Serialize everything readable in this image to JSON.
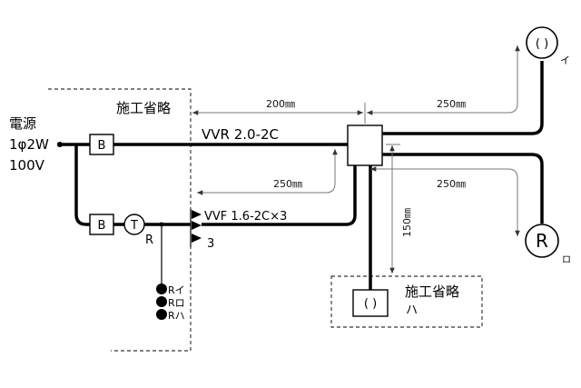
{
  "power_source": {
    "label": "電源",
    "spec": "1φ2W",
    "voltage": "100V"
  },
  "breakers": [
    "B",
    "B"
  ],
  "timer_symbol": "T",
  "relay_label": "R",
  "relays": [
    "Rイ",
    "Rロ",
    "Rハ"
  ],
  "cables": {
    "main": "VVR 2.0-2C",
    "control": "VVF 1.6-2C×3",
    "control_count": "3"
  },
  "omitted_label": "施工省略",
  "lights": {
    "i": {
      "symbol": "( )",
      "label": "イ"
    },
    "ro": {
      "symbol": "R",
      "label": "ロ"
    },
    "ha": {
      "symbol": "( )",
      "label": "ハ"
    }
  },
  "dimensions": {
    "top_left": "200㎜",
    "top_right": "250㎜",
    "lower_left": "250㎜",
    "right_mid": "250㎜",
    "vertical": "150㎜"
  }
}
